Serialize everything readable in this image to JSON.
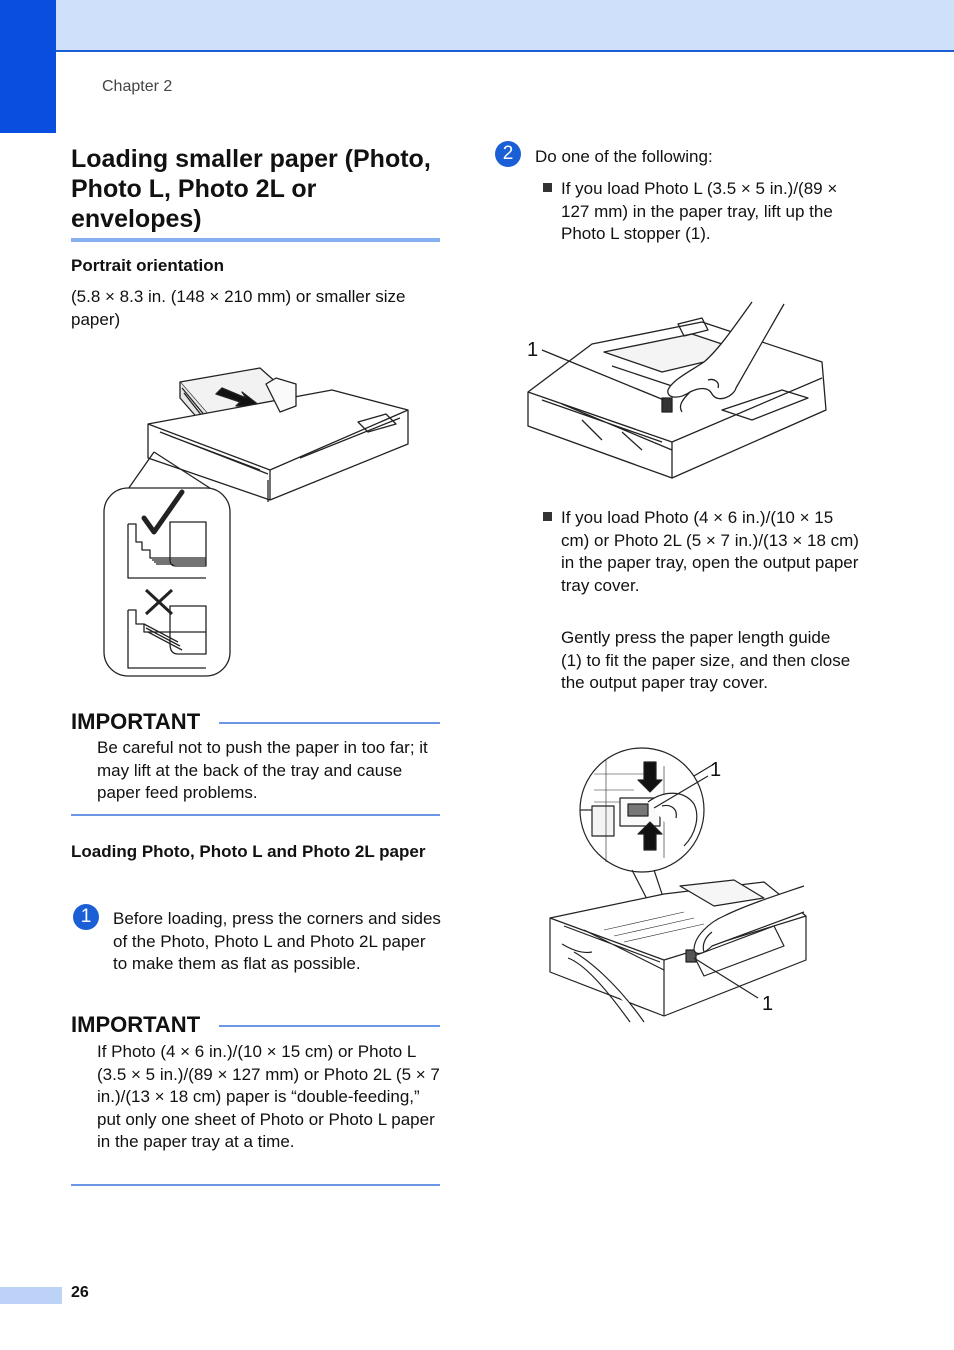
{
  "header": {
    "chapter": "Chapter 2"
  },
  "footer": {
    "page_number": "26"
  },
  "left": {
    "title": "Loading smaller paper (Photo, Photo L, Photo 2L or envelopes)",
    "portrait_heading": "Portrait orientation",
    "portrait_text": "(5.8 × 8.3 in. (148 × 210 mm) or smaller size paper)",
    "important_1_title": "IMPORTANT",
    "important_1_text": "Be careful not to push the paper in too far; it may lift at the back of the tray and cause paper feed problems.",
    "photo_heading": "Loading Photo, Photo L and Photo 2L paper",
    "step_1_number": "1",
    "step_1_text": "Before loading, press the corners and sides of the Photo, Photo L and Photo 2L paper to make them as flat as possible.",
    "important_2_title": "IMPORTANT",
    "important_2_text": "If Photo (4 × 6 in.)/(10 × 15 cm) or Photo L (3.5 × 5 in.)/(89 × 127 mm) or Photo 2L (5 × 7 in.)/(13 × 18 cm) paper is “double-feeding,” put only one sheet of Photo or Photo L paper in the paper tray at a time."
  },
  "right": {
    "step_2_number": "2",
    "step_2_text": "Do one of the following:",
    "bullet_1_text": "If you load Photo L (3.5 × 5 in.)/(89 × 127 mm) in the paper tray, lift up the Photo L stopper (1).",
    "figure_1_callout": "1",
    "bullet_2_text": "If you load Photo (4 × 6 in.)/(10 × 15 cm) or Photo 2L (5 × 7 in.)/(13 × 18 cm) in the paper tray, open the output paper tray cover.",
    "bullet_2_text_2": "Gently press the paper length guide (1) to fit the paper size, and then close the output paper tray cover.",
    "figure_2_callout_top": "1",
    "figure_2_callout_bottom": "1"
  },
  "colors": {
    "accent_blue": "#1a5fd6",
    "band_light_blue": "#cfe0fb",
    "rule_blue": "#6b97e6"
  }
}
